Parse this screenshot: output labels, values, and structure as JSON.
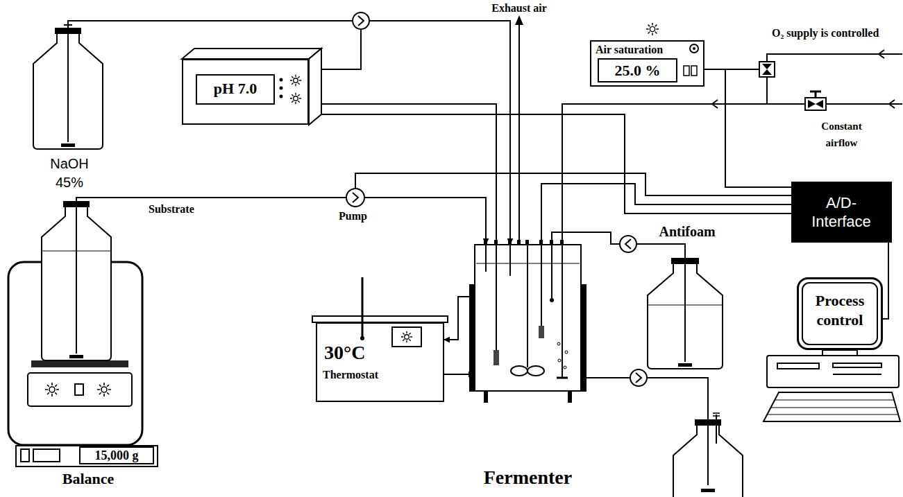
{
  "diagram": {
    "nodes": [
      {
        "text": [
          "NaOH 45%"
        ]
      },
      {
        "text": [
          "pH 7.0"
        ]
      },
      {
        "text": [
          "Air saturation",
          "25.0 %"
        ]
      },
      {
        "text": [
          "A/D- Interface"
        ]
      },
      {
        "text": [
          "15,000 g",
          "Balance"
        ]
      },
      {
        "text": [
          "30°C",
          "Thermostat"
        ]
      },
      {
        "text": [
          "Fermenter"
        ]
      },
      {
        "text": [
          "Antifoam"
        ]
      },
      {
        "text": [
          "Process control"
        ]
      }
    ],
    "edges": [
      {
        "from": 0,
        "to": 6,
        "arrow": "to"
      },
      {
        "from": 4,
        "to": 6,
        "label": "Substrate",
        "arrow": "to"
      },
      {
        "from": 1,
        "to": 6,
        "arrow": "none"
      },
      {
        "from": 1,
        "to": 3,
        "arrow": "none"
      },
      {
        "from": 2,
        "to": 3,
        "arrow": "none"
      },
      {
        "from": 6,
        "to": 3,
        "arrow": "none"
      },
      {
        "from": 3,
        "to": 8,
        "arrow": "none"
      },
      {
        "from": 6,
        "to": 5,
        "arrow": "to"
      },
      {
        "from": 5,
        "to": 6,
        "arrow": "to"
      },
      {
        "from": 7,
        "to": 6,
        "arrow": "none"
      }
    ],
    "labels": [
      "Exhaust air",
      "O₂ supply is controlled",
      "Constant airflow",
      "Pump"
    ]
  }
}
